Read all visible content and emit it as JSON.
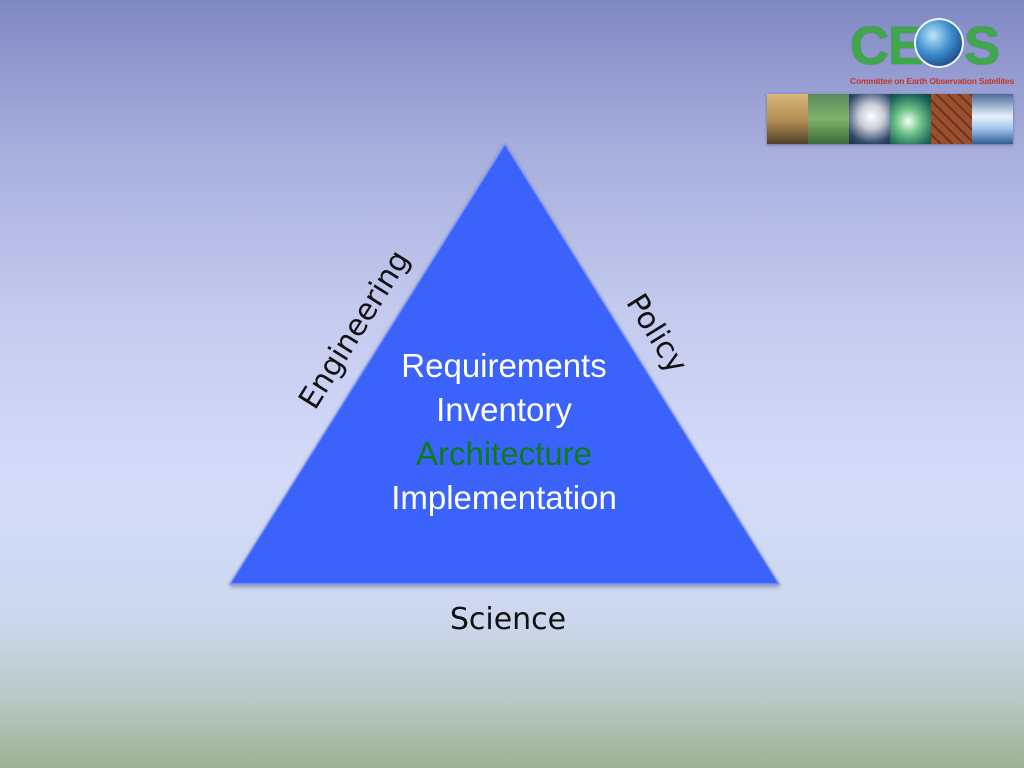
{
  "logo": {
    "wordmark": "CEOS",
    "subtitle": "Committee on Earth Observation Satellites"
  },
  "photos": [
    "city-photo",
    "field-photo",
    "storm-photo",
    "wave-photo",
    "desert-photo",
    "glacier-photo"
  ],
  "diagram": {
    "center_items": [
      {
        "text": "Requirements",
        "color": "#ffffff"
      },
      {
        "text": "Inventory",
        "color": "#ffffff"
      },
      {
        "text": "Architecture",
        "color": "#0a7d1a"
      },
      {
        "text": "Implementation",
        "color": "#ffffff"
      }
    ],
    "left_edge_label": "Engineering",
    "right_edge_label": "Policy",
    "bottom_edge_label": "Science",
    "triangle_color": "#3a64fb"
  }
}
